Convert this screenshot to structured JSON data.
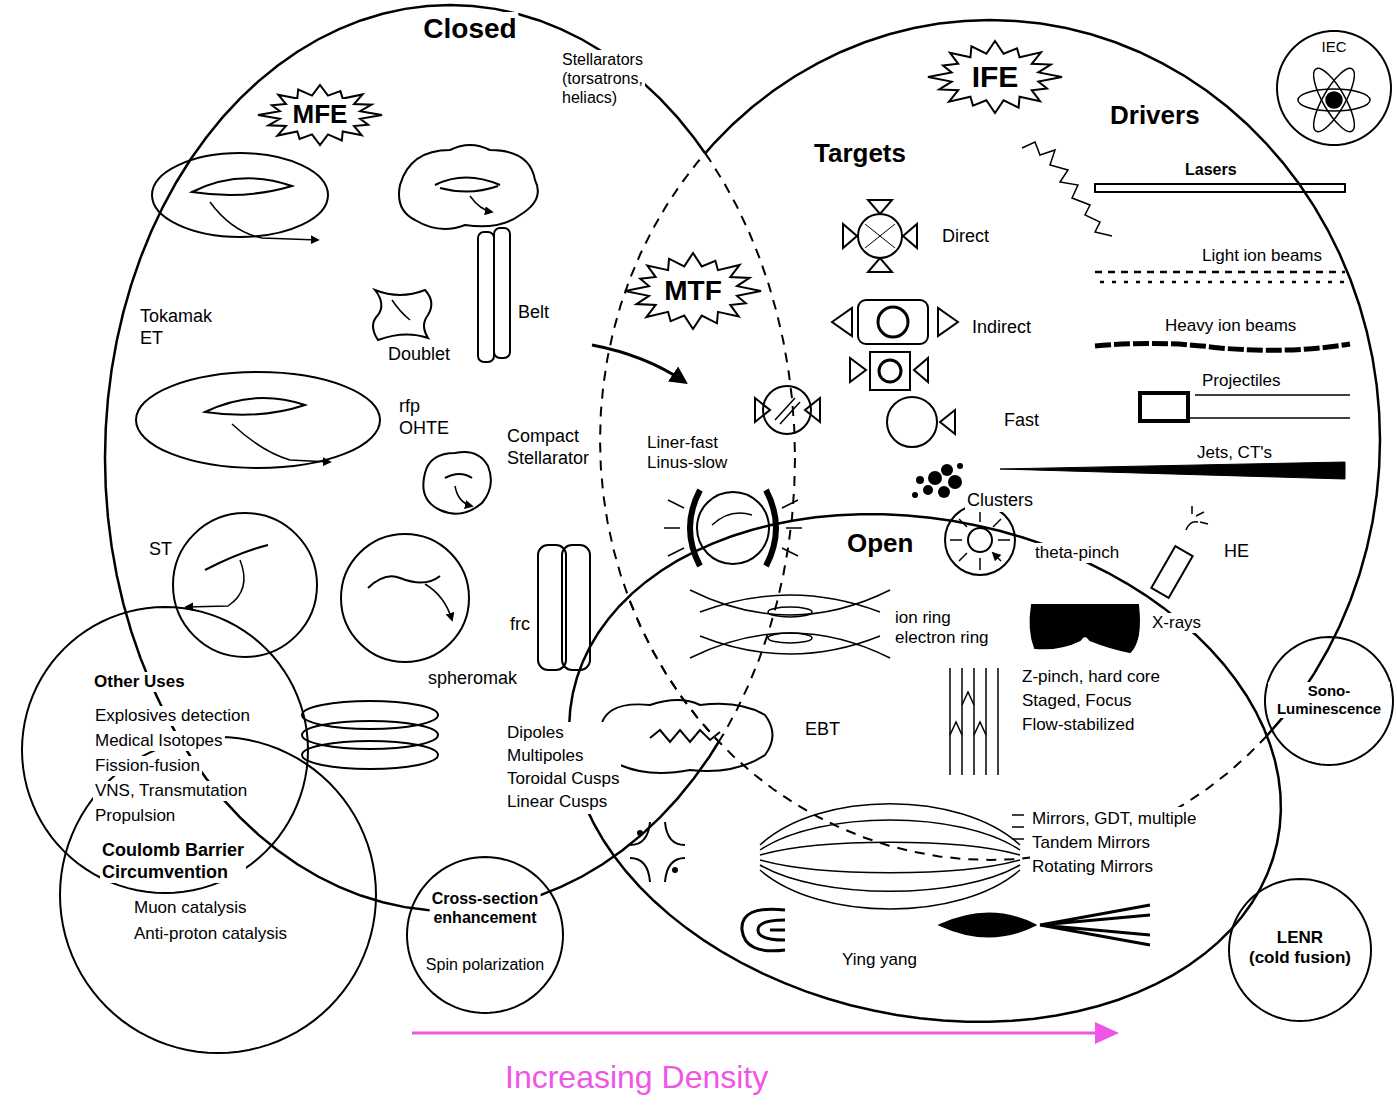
{
  "diagram": {
    "nodes": [
      {
        "text": [
          "Closed"
        ]
      },
      {
        "text": [
          "MFE"
        ],
        "in": 0
      },
      {
        "text": [
          "Targets",
          "Drivers"
        ]
      },
      {
        "text": [
          "IFE"
        ],
        "in": 2
      },
      {
        "text": [
          "MTF"
        ]
      },
      {
        "text": [
          "IEC"
        ]
      },
      {
        "text": [
          "Open"
        ]
      },
      {
        "text": [
          "Other Uses",
          "Explosives detection",
          "Medical Isotopes",
          "Fission-fusion",
          "VNS, Transmutation",
          "Propulsion"
        ]
      },
      {
        "text": [
          "Coulomb Barrier Circumvention",
          "Muon catalysis",
          "Anti-proton catalysis"
        ]
      },
      {
        "text": [
          "Cross-section enhancement",
          "Spin polarization"
        ]
      },
      {
        "text": [
          "Sono-Luminescence"
        ]
      },
      {
        "text": [
          "LENR (cold fusion)"
        ]
      }
    ],
    "labels": [
      "Stellarators (torsatrons, heliacs)",
      "Tokamak ET",
      "Doublet",
      "Belt",
      "rfp OHTE",
      "Compact Stellarator",
      "ST",
      "spheromak",
      "frc",
      "Dipoles Multipoles Toroidal Cusps Linear Cusps",
      "Liner-fast Linus-slow",
      "Direct",
      "Indirect",
      "Fast",
      "Clusters",
      "Lasers",
      "Light ion beams",
      "Heavy ion beams",
      "Projectiles",
      "Jets, CT's",
      "theta-pinch",
      "HE",
      "ion ring electron ring",
      "X-rays",
      "EBT",
      "Z-pinch, hard core Staged, Focus Flow-stabilized",
      "Mirrors, GDT, multiple Tandem Mirrors Rotating Mirrors",
      "Ying yang",
      "Increasing Density"
    ]
  }
}
